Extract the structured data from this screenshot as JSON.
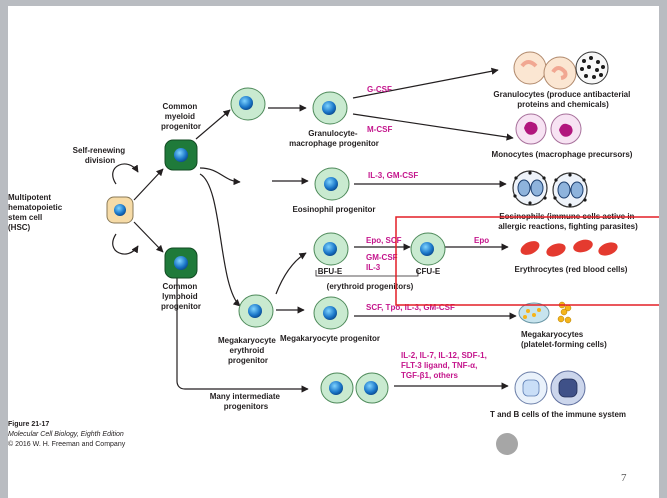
{
  "slide": {
    "page_number": "7",
    "colors": {
      "background": "#b9bcc1",
      "slide": "#ffffff",
      "highlight_box": "#e31f26",
      "factor_text": "#c4158c"
    }
  },
  "figure": {
    "caption": {
      "line1": "Figure 21-17",
      "line2": "Molecular Cell Biology, Eighth Edition",
      "line3": "© 2016 W. H. Freeman and Company"
    },
    "labels": {
      "self_renewing": [
        "Self-renewing",
        "division"
      ],
      "hsc": [
        "Multipotent",
        "hematopoietic",
        "stem cell",
        "(HSC)"
      ],
      "common_myeloid": [
        "Common",
        "myeloid",
        "progenitor"
      ],
      "common_lymphoid": [
        "Common",
        "lymphoid",
        "progenitor"
      ],
      "gm_progenitor": [
        "Granulocyte-",
        "macrophage progenitor"
      ],
      "eosinophil_progenitor": "Eosinophil progenitor",
      "bfu_e": "BFU-E",
      "cfu_e": "CFU-E",
      "erythroid_progenitors": "(erythroid progenitors)",
      "mk_erythroid": [
        "Megakaryocyte",
        "erythroid",
        "progenitor"
      ],
      "mk_progenitor": "Megakaryocyte progenitor",
      "many_intermediate": [
        "Many intermediate",
        "progenitors"
      ],
      "granulocytes": [
        "Granulocytes (produce antibacterial",
        "proteins and chemicals)"
      ],
      "monocytes": "Monocytes (macrophage precursors)",
      "eosinophils": [
        "Eosinophils (immune cells active in",
        "allergic reactions, fighting parasites)"
      ],
      "erythrocytes": "Erythrocytes (red blood cells)",
      "megakaryocytes": [
        "Megakaryocytes",
        "(platelet-forming cells)"
      ],
      "t_b_cells": "T and B cells of the immune system"
    },
    "factors": {
      "g_csf": "G-CSF",
      "m_csf": "M-CSF",
      "il3_gmcsf": "IL-3, GM-CSF",
      "epo_scf": "Epo, SCF",
      "gmcsf_il3": [
        "GM-CSF",
        "IL-3"
      ],
      "epo": "Epo",
      "scf_tpo": "SCF, Tpo, IL-3, GM-CSF",
      "lymphoid": [
        "IL-2, IL-7, IL-12, SDF-1,",
        "FLT-3 ligand, TNF-α,",
        "TGF-β1, others"
      ]
    }
  }
}
